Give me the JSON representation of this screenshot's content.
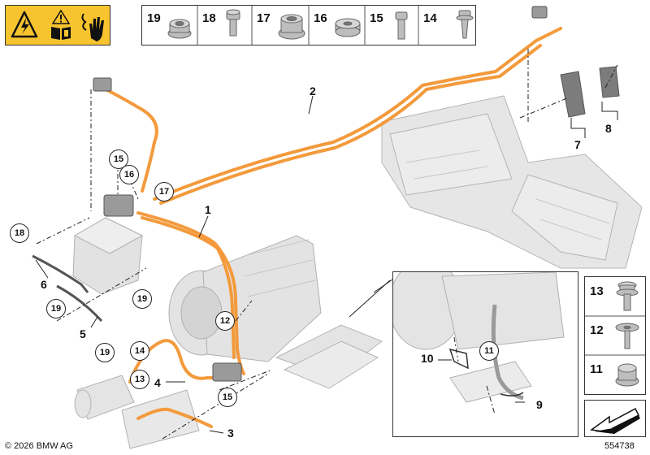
{
  "colors": {
    "cable": "#f39a3c",
    "part": "#d9d9d9",
    "warning": "#f7c32e"
  },
  "warning_icons": [
    "high-voltage-warning-icon",
    "read-manual-icon",
    "no-touch-hand-icon"
  ],
  "small_parts_top": [
    {
      "label": "19",
      "icon": "flange-nut-icon"
    },
    {
      "label": "18",
      "icon": "short-bolt-icon"
    },
    {
      "label": "17",
      "icon": "large-flange-nut-icon"
    },
    {
      "label": "16",
      "icon": "hex-nut-icon"
    },
    {
      "label": "15",
      "icon": "hex-screw-icon"
    },
    {
      "label": "14",
      "icon": "stud-bolt-icon"
    }
  ],
  "small_parts_right": [
    {
      "label": "13",
      "icon": "flange-bolt-icon"
    },
    {
      "label": "12",
      "icon": "washer-screw-icon"
    },
    {
      "label": "11",
      "icon": "flange-nut-icon"
    }
  ],
  "callouts": {
    "c15a": "15",
    "c16": "16",
    "c17": "17",
    "c18": "18",
    "c19a": "19",
    "c19b": "19",
    "c19c": "19",
    "c12": "12",
    "c14": "14",
    "c13": "13",
    "c15b": "15",
    "c11": "11"
  },
  "part_labels": {
    "p1": "1",
    "p2": "2",
    "p3": "3",
    "p4": "4",
    "p5": "5",
    "p6": "6",
    "p7": "7",
    "p8": "8",
    "p9": "9",
    "p10": "10"
  },
  "footer": {
    "copyright": "© 2026 BMW AG",
    "diagram_number": "554738"
  }
}
